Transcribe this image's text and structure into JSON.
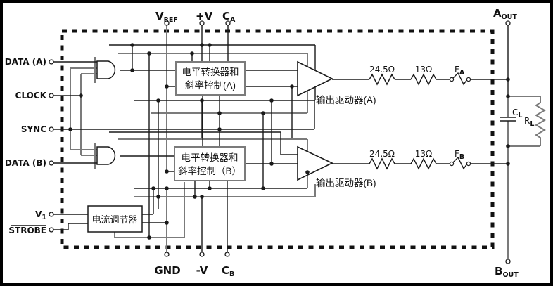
{
  "diagram": {
    "pins": {
      "vref": {
        "main": "V",
        "sub": "REF"
      },
      "plus_v": "+V",
      "ca": {
        "main": "C",
        "sub": "A"
      },
      "gnd": "GND",
      "minus_v": "-V",
      "cb": {
        "main": "C",
        "sub": "B"
      },
      "data_a": "DATA (A)",
      "clock": "CLOCK",
      "sync": "SYNC",
      "data_b": "DATA (B)",
      "v1": {
        "main": "V",
        "sub": "1"
      },
      "strobe": "STROBE",
      "a_out": {
        "main": "A",
        "sub": "OUT"
      },
      "b_out": {
        "main": "B",
        "sub": "OUT"
      }
    },
    "blocks": {
      "level_shifter_a": {
        "line1": "电平转换器和",
        "line2": "斜率控制(A)"
      },
      "level_shifter_b": {
        "line1": "电平转换器和",
        "line2": "斜率控制（B）"
      },
      "current_regulator": "电流调节器",
      "output_driver_a": "输出驱动器(A)",
      "output_driver_b": "输出驱动器(B)"
    },
    "components": {
      "r1_a": "24.5Ω",
      "r2_a": "13Ω",
      "fuse_a": {
        "main": "F",
        "sub": "A"
      },
      "r1_b": "24.5Ω",
      "r2_b": "13Ω",
      "fuse_b": {
        "main": "F",
        "sub": "B"
      },
      "cl": {
        "main": "C",
        "sub": "L"
      },
      "rl": {
        "main": "R",
        "sub": "L"
      }
    },
    "colors": {
      "wire": "#1a1a1a",
      "wire_gray": "#7b7b7b",
      "background": "#ffffff",
      "border": "#000000"
    }
  }
}
